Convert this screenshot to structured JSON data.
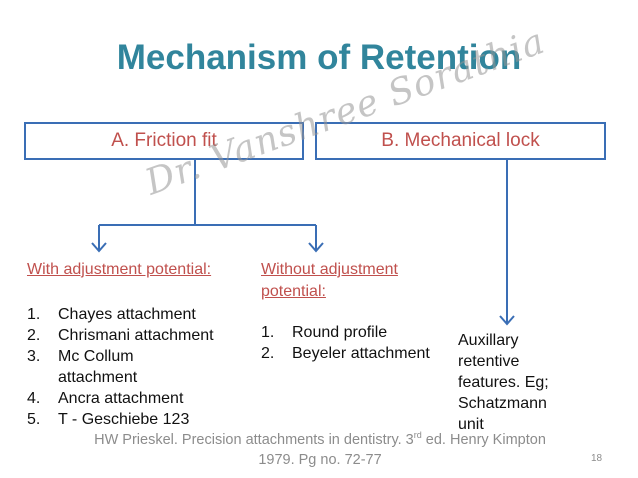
{
  "title": "Mechanism of Retention",
  "boxes": {
    "friction": "A. Friction fit",
    "mechanical": "B. Mechanical lock"
  },
  "left_branch": {
    "heading": "With adjustment potential:",
    "items": [
      {
        "num": "1.",
        "text": "Chayes attachment"
      },
      {
        "num": "2.",
        "text": "Chrismani attachment"
      },
      {
        "num": "3.",
        "text": "Mc Collum"
      },
      {
        "num": "",
        "text": "attachment"
      },
      {
        "num": "4.",
        "text": "Ancra attachment"
      },
      {
        "num": "5.",
        "text": "T - Geschiebe 123"
      }
    ]
  },
  "middle_branch": {
    "heading_line1": "Without adjustment",
    "heading_line2": "potential:",
    "items": [
      {
        "num": "1.",
        "text": "Round profile"
      },
      {
        "num": "2.",
        "text": "Beyeler attachment"
      }
    ]
  },
  "right_branch": {
    "lines": [
      "Auxillary",
      "retentive",
      "features. Eg;",
      "Schatzmann",
      "unit"
    ]
  },
  "watermark": "Dr. Vanshree Sorathia",
  "reference": {
    "line1_pre": "HW Prieskel. Precision attachments in dentistry. 3",
    "line1_sup": "rd",
    "line1_post": " ed. Henry Kimpton",
    "line2": "1979. Pg no.  72-77"
  },
  "page_number": "18",
  "colors": {
    "title": "#31859c",
    "box_border": "#3a6eb5",
    "box_text": "#c0504d",
    "connector": "#3a6eb5"
  }
}
